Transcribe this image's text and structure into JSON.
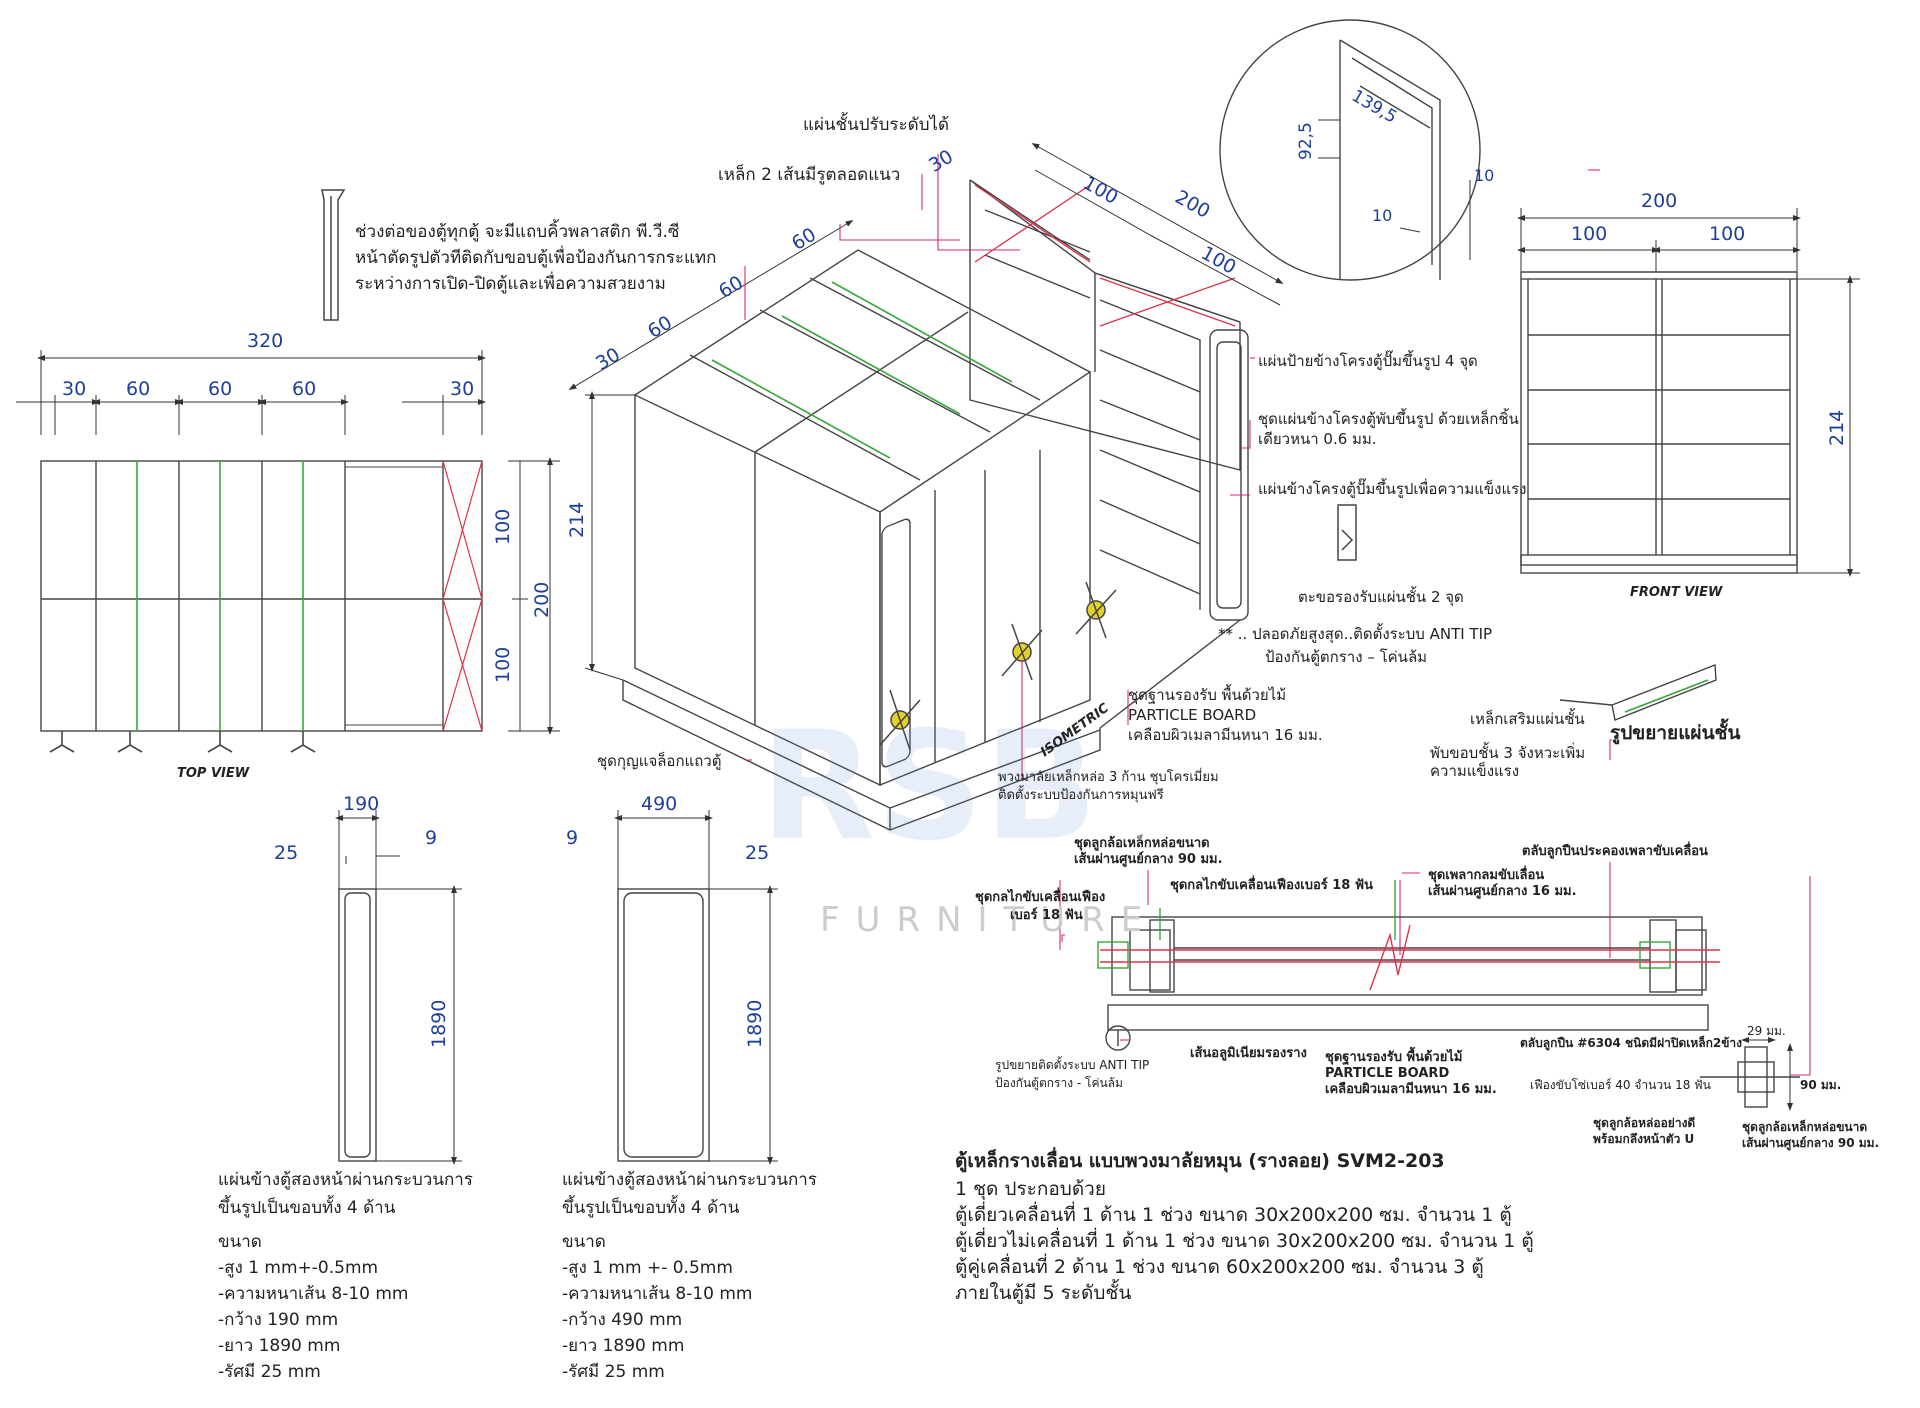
{
  "top_view": {
    "label": "TOP  VIEW",
    "dim_total": "320",
    "dim_parts": [
      "30",
      "60",
      "60",
      "60",
      "30"
    ],
    "dim_depth": "200",
    "dim_half_a": "100",
    "dim_half_b": "100"
  },
  "isometric": {
    "label": "ISOMETRIC",
    "dim_height": "214",
    "dim_depth_parts": [
      "30",
      "60",
      "60",
      "60",
      "30"
    ],
    "dim_width": "200",
    "dim_width_half_a": "100",
    "dim_width_half_b": "100"
  },
  "front_view": {
    "label": "FRONT VIEW",
    "dim_width": "200",
    "dim_half_a": "100",
    "dim_half_b": "100",
    "dim_height": "214"
  },
  "detail_circle": {
    "dim_a": "139,5",
    "dim_b": "92,5",
    "dim_c": "10",
    "dim_d": "10"
  },
  "annotations": {
    "shelf_adjust": "แผ่นชั้นปรับระดับได้",
    "steel_rails": "เหล็ก 2 เส้นมีรูตลอดแนว",
    "pvc_line1": "ช่วงต่อของตู้ทุกตู้ จะมีแถบคิ้วพลาสติก พี.วี.ซี",
    "pvc_line2": "หน้าตัดรูปตัวทีติดกับขอบตู้เพื่อป้องกันการกระแทก",
    "pvc_line3": "ระหว่างการเปิด-ปิดตู้และเพื่อความสวยงาม",
    "label_plate": "แผ่นป้ายข้างโครงตู้ปั๊มขึ้นรูป 4 จุด",
    "side_set_1": "ชุดแผ่นข้างโครงตู้พับขึ้นรูป ด้วยเหล็กชิ้น",
    "side_set_2": "เดียวหนา 0.6 มม.",
    "side_reinforce": "แผ่นข้างโครงตู้ปั๊มขึ้นรูปเพื่อความแข็งแรง",
    "bracket": "ตะขอรองรับแผ่นชั้น 2 จุด",
    "anti_tip_1": "**  ..  ปลอดภัยสูงสุด..ติดตั้งระบบ  ANTI  TIP",
    "anti_tip_2": "ป้องกันตู้ตกราง  –  โค่นล้ม",
    "base_1": "ชุดฐานรองรับ  พื้นด้วยไม้",
    "base_2": "PARTICLE  BOARD",
    "base_3": "เคลือบผิวเมลามีนหนา  16  มม.",
    "lock": "ชุดกุญแจล็อกแถวตู้",
    "wheel_1": "พวงมาลัยเหล็กหล่อ  3  ก้าน  ชุบโครเมี่ยม",
    "wheel_2": "ติดตั้งระบบป้องกันการหมุนฟรี",
    "shelf_reinforce": "เหล็กเสริมแผ่นชั้น",
    "shelf_fold_1": "พับขอบชั้น  3  จังหวะเพิ่ม",
    "shelf_fold_2": "ความแข็งแรง",
    "shelf_expand": "รูปขยายแผ่นชั้น"
  },
  "panel_left": {
    "dim_width": "190",
    "dim_radius": "25",
    "dim_edge": "9",
    "dim_height": "1890",
    "desc_1": "แผ่นข้างตู้สองหน้าผ่านกระบวนการ",
    "desc_2": "ขึ้นรูปเป็นขอบทั้ง 4 ด้าน",
    "size_title": "ขนาด",
    "specs": [
      "-สูง 1 mm+-0.5mm",
      "-ความหนาเส้น 8-10 mm",
      "-กว้าง 190 mm",
      "-ยาว 1890 mm",
      "-รัศมี 25 mm"
    ]
  },
  "panel_right": {
    "dim_width": "490",
    "dim_radius": "25",
    "dim_edge": "9",
    "dim_height": "1890",
    "desc_1": "แผ่นข้างตู้สองหน้าผ่านกระบวนการ",
    "desc_2": "ขึ้นรูปเป็นขอบทั้ง 4 ด้าน",
    "size_title": "ขนาด",
    "specs": [
      "-สูง 1 mm +- 0.5mm",
      "-ความหนาเส้น 8-10 mm",
      "-กว้าง 490 mm",
      "-ยาว 1890 mm",
      "-รัศมี 25 mm"
    ]
  },
  "mechanism": {
    "bearing_housing": "ตลับลูกปืนประคองเพลาขับเคลื่อน",
    "wheel_set_1": "ชุดลูกล้อเหล็กหล่อขนาด",
    "wheel_set_2": "เส้นผ่านศูนย์กลาง 90 มม.",
    "gear_18": "ชุดกลไกขับเคลื่อนเฟืองเบอร์ 18 ฟัน",
    "shaft_1": "ชุดเพลากลมขับเลื่อน",
    "shaft_2": "เส้นผ่านศูนย์กลาง 16 มม.",
    "gear_drive_1": "ชุดกลไกขับเคลื่อนเฟือง",
    "gear_drive_2": "เบอร์ 18 ฟัน",
    "aluminium": "เส้นอลูมิเนียมรองราง",
    "base_1": "ชุดฐานรองรับ  พื้นด้วยไม้",
    "base_2": "PARTICLE BOARD",
    "base_3": "เคลือบผิวเมลามีนหนา 16 มม.",
    "anti_tip_1": "รูปขยายติดตั้งระบบ ANTI TIP",
    "anti_tip_2": "ป้องกันตู้ตกราง - โค่นล้ม",
    "bearing_6304": "ตลับลูกปืน #6304  ชนิดมีฝาปิดเหล็ก2ข้าง",
    "dim_29": "29 มม.",
    "chain_gear": "เฟืองขับโซ่เบอร์ 40 จำนวน 18 ฟัน",
    "dim_90": "90 มม.",
    "u_wheel_1": "ชุดลูกล้อหล่ออย่างดี",
    "u_wheel_2": "พร้อมกลึงหน้าตัว U",
    "cast_wheel_1": "ชุดลูกล้อเหล็กหล่อขนาด",
    "cast_wheel_2": "เส้นผ่านศูนย์กลาง 90 มม."
  },
  "product": {
    "title": "ตู้เหล็กรางเลื่อน แบบพวงมาลัยหมุน (รางลอย) SVM2-203",
    "lines": [
      "1 ชุด ประกอบด้วย",
      "ตู้เดี่ยวเคลื่อนที่ 1 ด้าน 1 ช่วง ขนาด 30x200x200 ซม. จำนวน 1 ตู้",
      "ตู้เดี่ยวไม่เคลื่อนที่ 1 ด้าน 1 ช่วง ขนาด 30x200x200 ซม. จำนวน  1 ตู้",
      "ตู้คู่เคลื่อนที่ 2 ด้าน 1 ช่วง ขนาด 60x200x200 ซม. จำนวน 3 ตู้",
      "ภายในตู้มี 5 ระดับชั้น"
    ]
  },
  "watermark": {
    "logo": "RSB",
    "text": "FURNITURE"
  },
  "colors": {
    "line": "#333333",
    "dimension_text": "#1f3f99",
    "leader": "#d0297e",
    "green": "#3aa63a",
    "red": "#e0304a"
  }
}
